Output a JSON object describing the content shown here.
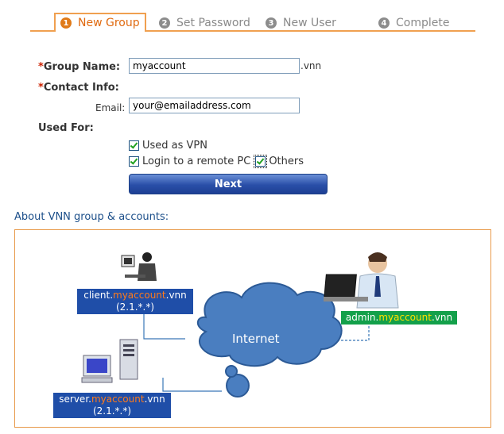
{
  "steps": [
    {
      "num": "1",
      "label": "New Group"
    },
    {
      "num": "2",
      "label": "Set Password"
    },
    {
      "num": "3",
      "label": "New User"
    },
    {
      "num": "4",
      "label": "Complete"
    }
  ],
  "form": {
    "required_mark": "*",
    "group_name_label": "Group Name:",
    "group_name_value": "myaccount",
    "group_suffix": ".vnn",
    "contact_label": "Contact Info:",
    "email_label": "Email:",
    "email_value": "your@emailaddress.com",
    "used_for_label": "Used For:",
    "opt_vpn": "Used as VPN",
    "opt_remote": "Login to a remote PC",
    "opt_others": "Others",
    "next_label": "Next"
  },
  "about_label": "About VNN group & accounts:",
  "diagram": {
    "client_prefix": "client.",
    "client_group": "myaccount",
    "client_suffix": ".vnn",
    "client_ip": "(2.1.*.*)",
    "server_prefix": "server.",
    "server_group": "myaccount",
    "server_suffix": ".vnn",
    "server_ip": "(2.1.*.*)",
    "admin_prefix": "admin.",
    "admin_group": "myaccount",
    "admin_suffix": ".vnn",
    "cloud_label": "Internet"
  },
  "colors": {
    "accent": "#f0a050",
    "button": "#2a4fa8",
    "tag_blue": "#1f4ea8",
    "tag_green": "#13a04a",
    "cloud": "#4a7ec0"
  }
}
